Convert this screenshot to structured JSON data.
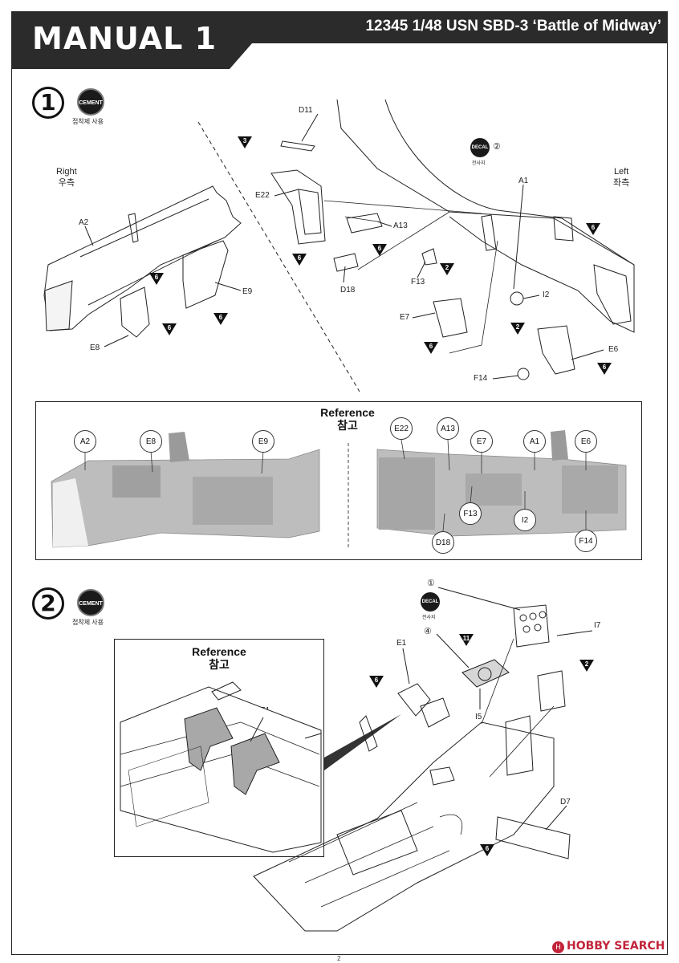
{
  "header": {
    "title": "MANUAL 1",
    "kit": "12345 1/48 USN SBD-3 ‘Battle of Midway’"
  },
  "step1": {
    "number": "1",
    "cement_icon": "CEMENT",
    "cement_text": "접착제 사용",
    "decal_icon": "DECAL",
    "decal_text": "전사지",
    "decal_num": "②",
    "right_label": "Right",
    "right_label_kr": "우측",
    "left_label": "Left",
    "left_label_kr": "좌측",
    "part_labels": [
      "D11",
      "E22",
      "A13",
      "D18",
      "A2",
      "E9",
      "E8",
      "A1",
      "F13",
      "I2",
      "E7",
      "E6",
      "F14"
    ],
    "tri_markers": [
      "3",
      "6",
      "6",
      "6",
      "2",
      "2",
      "6",
      "6",
      "6",
      "6",
      "6",
      "6"
    ]
  },
  "reference1": {
    "title": "Reference",
    "title_kr": "참고",
    "callouts": [
      "A2",
      "E8",
      "E9",
      "E22",
      "A13",
      "E7",
      "A1",
      "E6",
      "F13",
      "I2",
      "D18",
      "F14"
    ]
  },
  "step2": {
    "number": "2",
    "cement_icon": "CEMENT",
    "cement_text": "접착제 사용",
    "decal_icon": "DECAL",
    "decal_text": "전사지",
    "decal_nums": [
      "①",
      "④"
    ],
    "part_labels": [
      "E1",
      "I7",
      "I5",
      "D7"
    ],
    "tri_markers": [
      "6",
      "11",
      "2",
      "6"
    ]
  },
  "reference2": {
    "title": "Reference",
    "title_kr": "참고",
    "part_label": "E1"
  },
  "footer": {
    "page": "2",
    "watermark": "HOBBY SEARCH",
    "watermark_icon": "H"
  },
  "colors": {
    "header_bg": "#2b2b2b",
    "ink": "#111111",
    "photo_gray": "#bdbdbd",
    "watermark": "#c2243a"
  }
}
